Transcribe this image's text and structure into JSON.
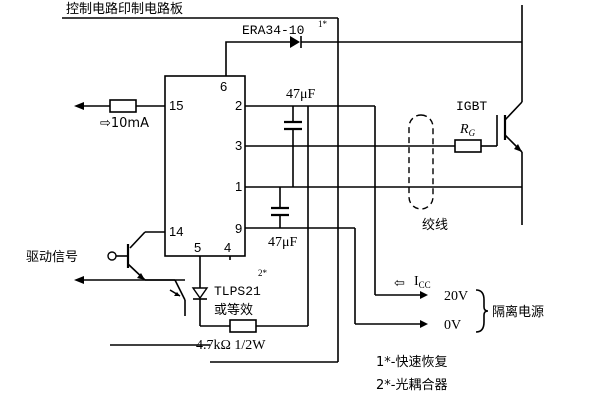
{
  "title": "控制电路印制电路板",
  "diode_label": "ERA34-10",
  "diode_note": "1*",
  "cap_top": "47μF",
  "cap_bottom": "47μF",
  "igbt_label": "IGBT",
  "rg_label": "R",
  "rg_sub": "G",
  "twisted_label": "绞线",
  "current_label": "⇨10mA",
  "drive_label": "驱动信号",
  "opto_label": "TLPS21",
  "opto_note": "2*",
  "opto_alt": "或等效",
  "resistor_label": "4.7kΩ  1/2W",
  "icc_arrow": "⇦",
  "icc_label": "I",
  "icc_sub": "CC",
  "v20": "20V",
  "v0": "0V",
  "isolated_supply": "隔离电源",
  "note1": "1*-快速恢复",
  "note2": "2*-光耦合器",
  "pins": {
    "p15": "15",
    "p14": "14",
    "p6": "6",
    "p2": "2",
    "p3": "3",
    "p1": "1",
    "p9": "9",
    "p5": "5",
    "p4": "4"
  }
}
